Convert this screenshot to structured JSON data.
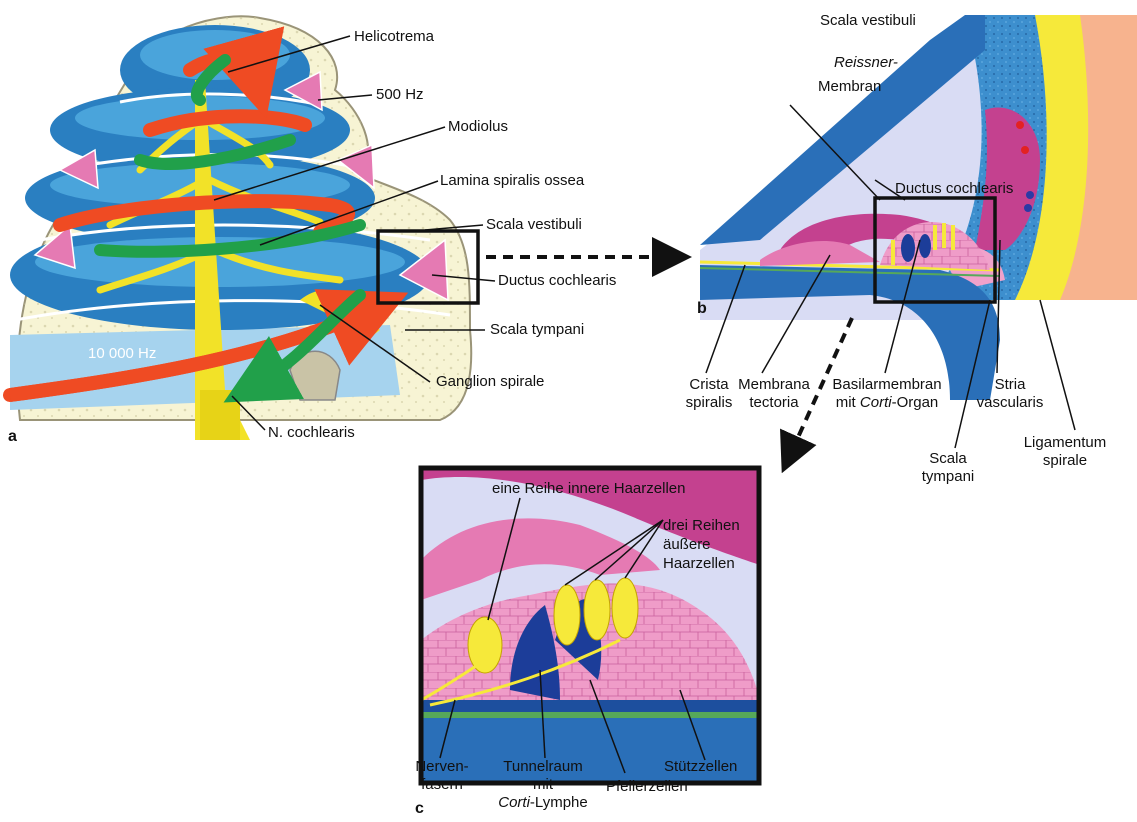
{
  "panel_letters": {
    "a": "a",
    "b": "b",
    "c": "c"
  },
  "panel_a": {
    "helicotrema": "Helicotrema",
    "hz500": "500 Hz",
    "modiolus": "Modiolus",
    "lamina": "Lamina spiralis ossea",
    "scala_vestibuli": "Scala vestibuli",
    "ductus": "Ductus cochlearis",
    "scala_tympani": "Scala tympani",
    "hz10000": "10 000 Hz",
    "ganglion": "Ganglion spirale",
    "n_cochlearis": "N. cochlearis"
  },
  "panel_b": {
    "scala_vestibuli": "Scala vestibuli",
    "reissner_italic": "Reissner-",
    "reissner_rest": "Membran",
    "ductus": "Ductus cochlearis",
    "crista_1": "Crista",
    "crista_2": "spiralis",
    "membrana_1": "Membrana",
    "membrana_2": "tectoria",
    "basilar_1": "Basilarmembran",
    "basilar_2a": "mit ",
    "basilar_2b": "Corti",
    "basilar_2c": "-Organ",
    "stria_1": "Stria",
    "stria_2": "vascularis",
    "scala_t_1": "Scala",
    "scala_t_2": "tympani",
    "lig_1": "Ligamentum",
    "lig_2": "spirale"
  },
  "panel_c": {
    "innere": "eine Reihe innere Haarzellen",
    "aeussere_1": "drei Reihen",
    "aeussere_2": "äußere",
    "aeussere_3": "Haarzellen",
    "nerven_1": "Nerven-",
    "nerven_2": "fasern",
    "tunnel_1": "Tunnelraum",
    "tunnel_2": "mit",
    "tunnel_3a": "Corti",
    "tunnel_3b": "-Lymphe",
    "pfeiler": "Pfeilerzellen",
    "stuetz": "Stützzellen"
  },
  "colors": {
    "perilymph_blue": "#2a7fc1",
    "light_blue": "#8ec9ea",
    "bone": "#f6f3cf",
    "pink": "#e57ab3",
    "magenta": "#c4418f",
    "yellow": "#f5e31d",
    "orange_arrow": "#ef4b23",
    "green_arrow": "#21a04a",
    "lavender": "#d9dcf4"
  }
}
